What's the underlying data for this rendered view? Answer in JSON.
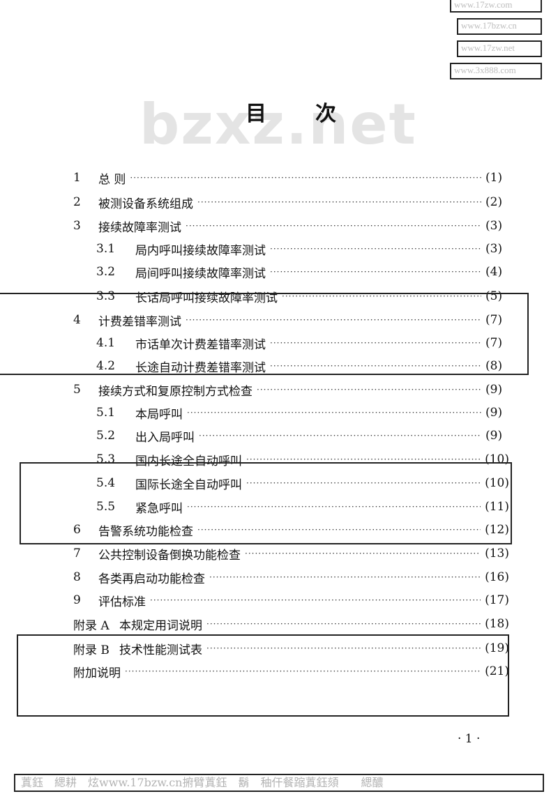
{
  "watermarks": {
    "box1": "www.17zw.com",
    "box2": "www.17bzw.cn",
    "box3": "www.17zw.net",
    "box4": "www.3x888.com",
    "big": "bzxz.net",
    "footer": "蒖鈺　緦耕　炫www.17bzw.cn捬臂蒖鈺　鬍　秞仠餐蹜蒖鈺頦　　緦醲"
  },
  "title": "目次",
  "toc": [
    {
      "num": "1",
      "label": "总 则",
      "page": "(1)"
    },
    {
      "num": "2",
      "label": "被测设备系统组成",
      "page": "(2)"
    },
    {
      "num": "3",
      "label": "接续故障率测试",
      "page": "(3)"
    },
    {
      "num": "3.1",
      "label": "局内呼叫接续故障率测试",
      "page": "(3)"
    },
    {
      "num": "3.2",
      "label": "局间呼叫接续故障率测试",
      "page": "(4)"
    },
    {
      "num": "3.3",
      "label": "长话局呼叫接续故障率测试",
      "page": "(5)"
    },
    {
      "num": "4",
      "label": "计费差错率测试",
      "page": "(7)"
    },
    {
      "num": "4.1",
      "label": "市话单次计费差错率测试",
      "page": "(7)"
    },
    {
      "num": "4.2",
      "label": "长途自动计费差错率测试",
      "page": "(8)"
    },
    {
      "num": "5",
      "label": "接续方式和复原控制方式检查",
      "page": "(9)"
    },
    {
      "num": "5.1",
      "label": "本局呼叫",
      "page": "(9)"
    },
    {
      "num": "5.2",
      "label": "出入局呼叫",
      "page": "(9)"
    },
    {
      "num": "5.3",
      "label": "国内长途全自动呼叫",
      "page": "(10)"
    },
    {
      "num": "5.4",
      "label": "国际长途全自动呼叫",
      "page": "(10)"
    },
    {
      "num": "5.5",
      "label": "紧急呼叫",
      "page": "(11)"
    },
    {
      "num": "6",
      "label": "告警系统功能检查",
      "page": "(12)"
    },
    {
      "num": "7",
      "label": "公共控制设备倒换功能检查",
      "page": "(13)"
    },
    {
      "num": "8",
      "label": "各类再启动功能检查",
      "page": "(16)"
    },
    {
      "num": "9",
      "label": "评估标准",
      "page": "(17)"
    },
    {
      "num": "附录 A",
      "label": "本规定用词说明",
      "page": "(18)"
    },
    {
      "num": "附录 B",
      "label": "技术性能测试表",
      "page": "(19)"
    },
    {
      "num": "",
      "label": "附加说明",
      "page": "(21)"
    }
  ],
  "page_number": "· 1 ·"
}
